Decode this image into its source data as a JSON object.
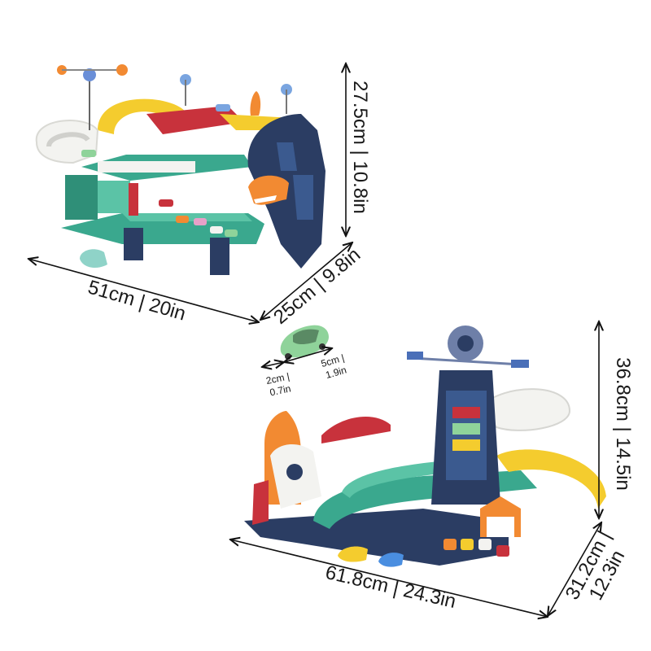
{
  "image": "dinosaur-and-space-themed-car-track-playsets-with-dimensions",
  "playset_dinosaur": {
    "height_label": "27.5cm | 10.8in",
    "width_label": "51cm | 20in",
    "depth_label": "25cm | 9.8in"
  },
  "toy_car": {
    "width_label": "2cm |\n0.7in",
    "length_label": "5cm |\n1.9in"
  },
  "playset_space": {
    "height_label": "36.8cm | 14.5in",
    "width_label": "61.8cm | 24.3in",
    "depth_label": "31.2cm |\n12.3in"
  },
  "colors": {
    "teal": "#3aa88e",
    "yellow": "#f4cc2e",
    "navy": "#2b3d63",
    "orange": "#f28a32",
    "red": "#c8323c",
    "white": "#f3f3f0",
    "mint_car": "#8fd39a"
  }
}
